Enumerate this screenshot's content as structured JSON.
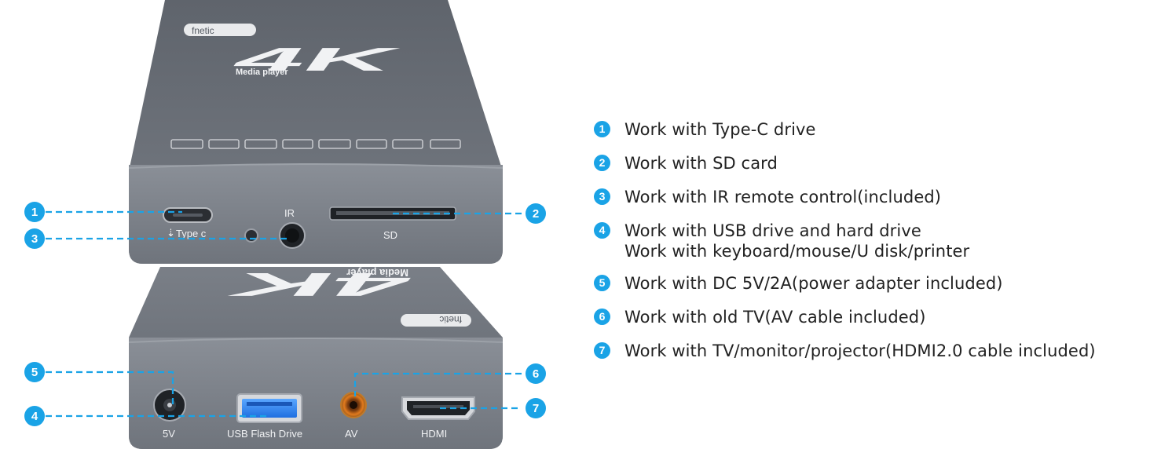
{
  "device": {
    "brand": "fnetic",
    "logo": "4K",
    "logo_sub": "Media player",
    "top_ports": {
      "type_c": "Type c",
      "ir": "IR",
      "sd": "SD"
    },
    "bottom_ports": {
      "dc": "5V",
      "usb": "USB Flash Drive",
      "av": "AV",
      "hdmi": "HDMI"
    }
  },
  "callouts": [
    "1",
    "2",
    "3",
    "4",
    "5",
    "6",
    "7"
  ],
  "features": [
    {
      "num": "1",
      "lines": [
        "Work with Type-C drive"
      ]
    },
    {
      "num": "2",
      "lines": [
        "Work with SD card"
      ]
    },
    {
      "num": "3",
      "lines": [
        "Work with IR remote control(included)"
      ]
    },
    {
      "num": "4",
      "lines": [
        "Work with USB drive and hard drive",
        "Work with keyboard/mouse/U disk/printer"
      ]
    },
    {
      "num": "5",
      "lines": [
        "Work with DC 5V/2A(power adapter included)"
      ]
    },
    {
      "num": "6",
      "lines": [
        "Work with old TV(AV cable included)"
      ]
    },
    {
      "num": "7",
      "lines": [
        "Work with TV/monitor/projector(HDMI2.0 cable included)"
      ]
    }
  ],
  "colors": {
    "accent": "#1aa3e6",
    "device_body": "#6e737b",
    "device_face": "#80858d",
    "text": "#222222"
  }
}
